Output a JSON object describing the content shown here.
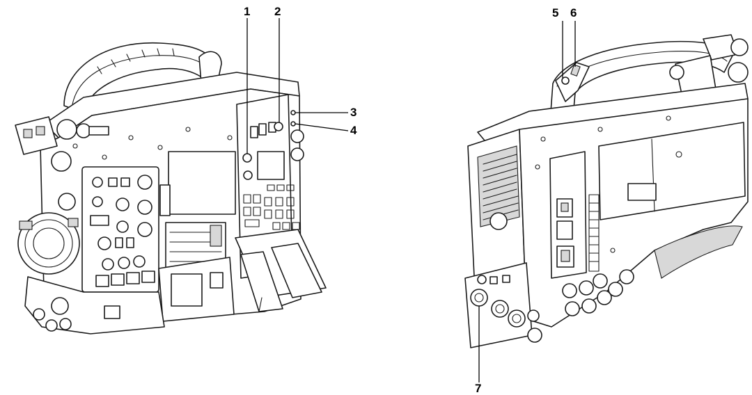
{
  "figure": {
    "front_camera": {
      "callouts": [
        {
          "id": "1",
          "label": "1"
        },
        {
          "id": "2",
          "label": "2"
        },
        {
          "id": "3",
          "label": "3"
        },
        {
          "id": "4",
          "label": "4"
        }
      ]
    },
    "rear_camera": {
      "callouts": [
        {
          "id": "5",
          "label": "5"
        },
        {
          "id": "6",
          "label": "6"
        },
        {
          "id": "7",
          "label": "7"
        }
      ]
    }
  }
}
